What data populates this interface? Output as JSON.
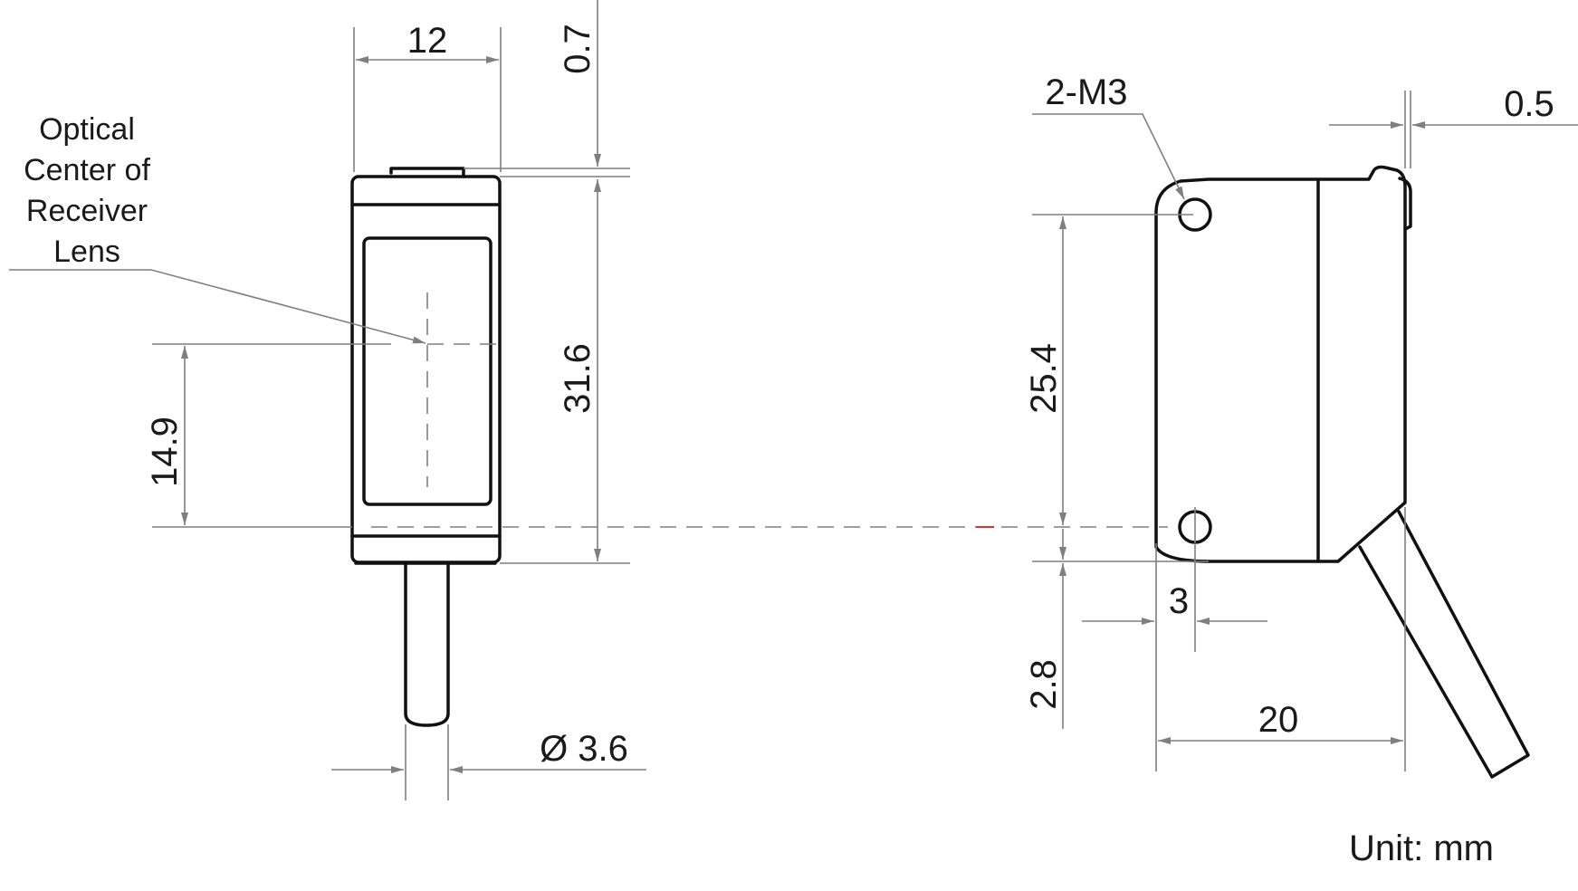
{
  "front_view": {
    "width": "12",
    "offset_top": "0.7",
    "height": "31.6",
    "optical_center": "14.9",
    "cable_diameter": "Ø 3.6",
    "lens_note": [
      "Optical",
      "Center of",
      "Receiver",
      "Lens"
    ]
  },
  "side_view": {
    "screw_holes": "2-M3",
    "cable_offset": "0.5",
    "hole_pitch": "25.4",
    "hole_edge_offset": "3",
    "hole_bottom_offset": "2.8",
    "depth": "20"
  },
  "unit": "Unit: mm",
  "colors": {
    "outline": "#111111",
    "dimension": "#7f7f7f",
    "beam_marker": "#e03030"
  }
}
